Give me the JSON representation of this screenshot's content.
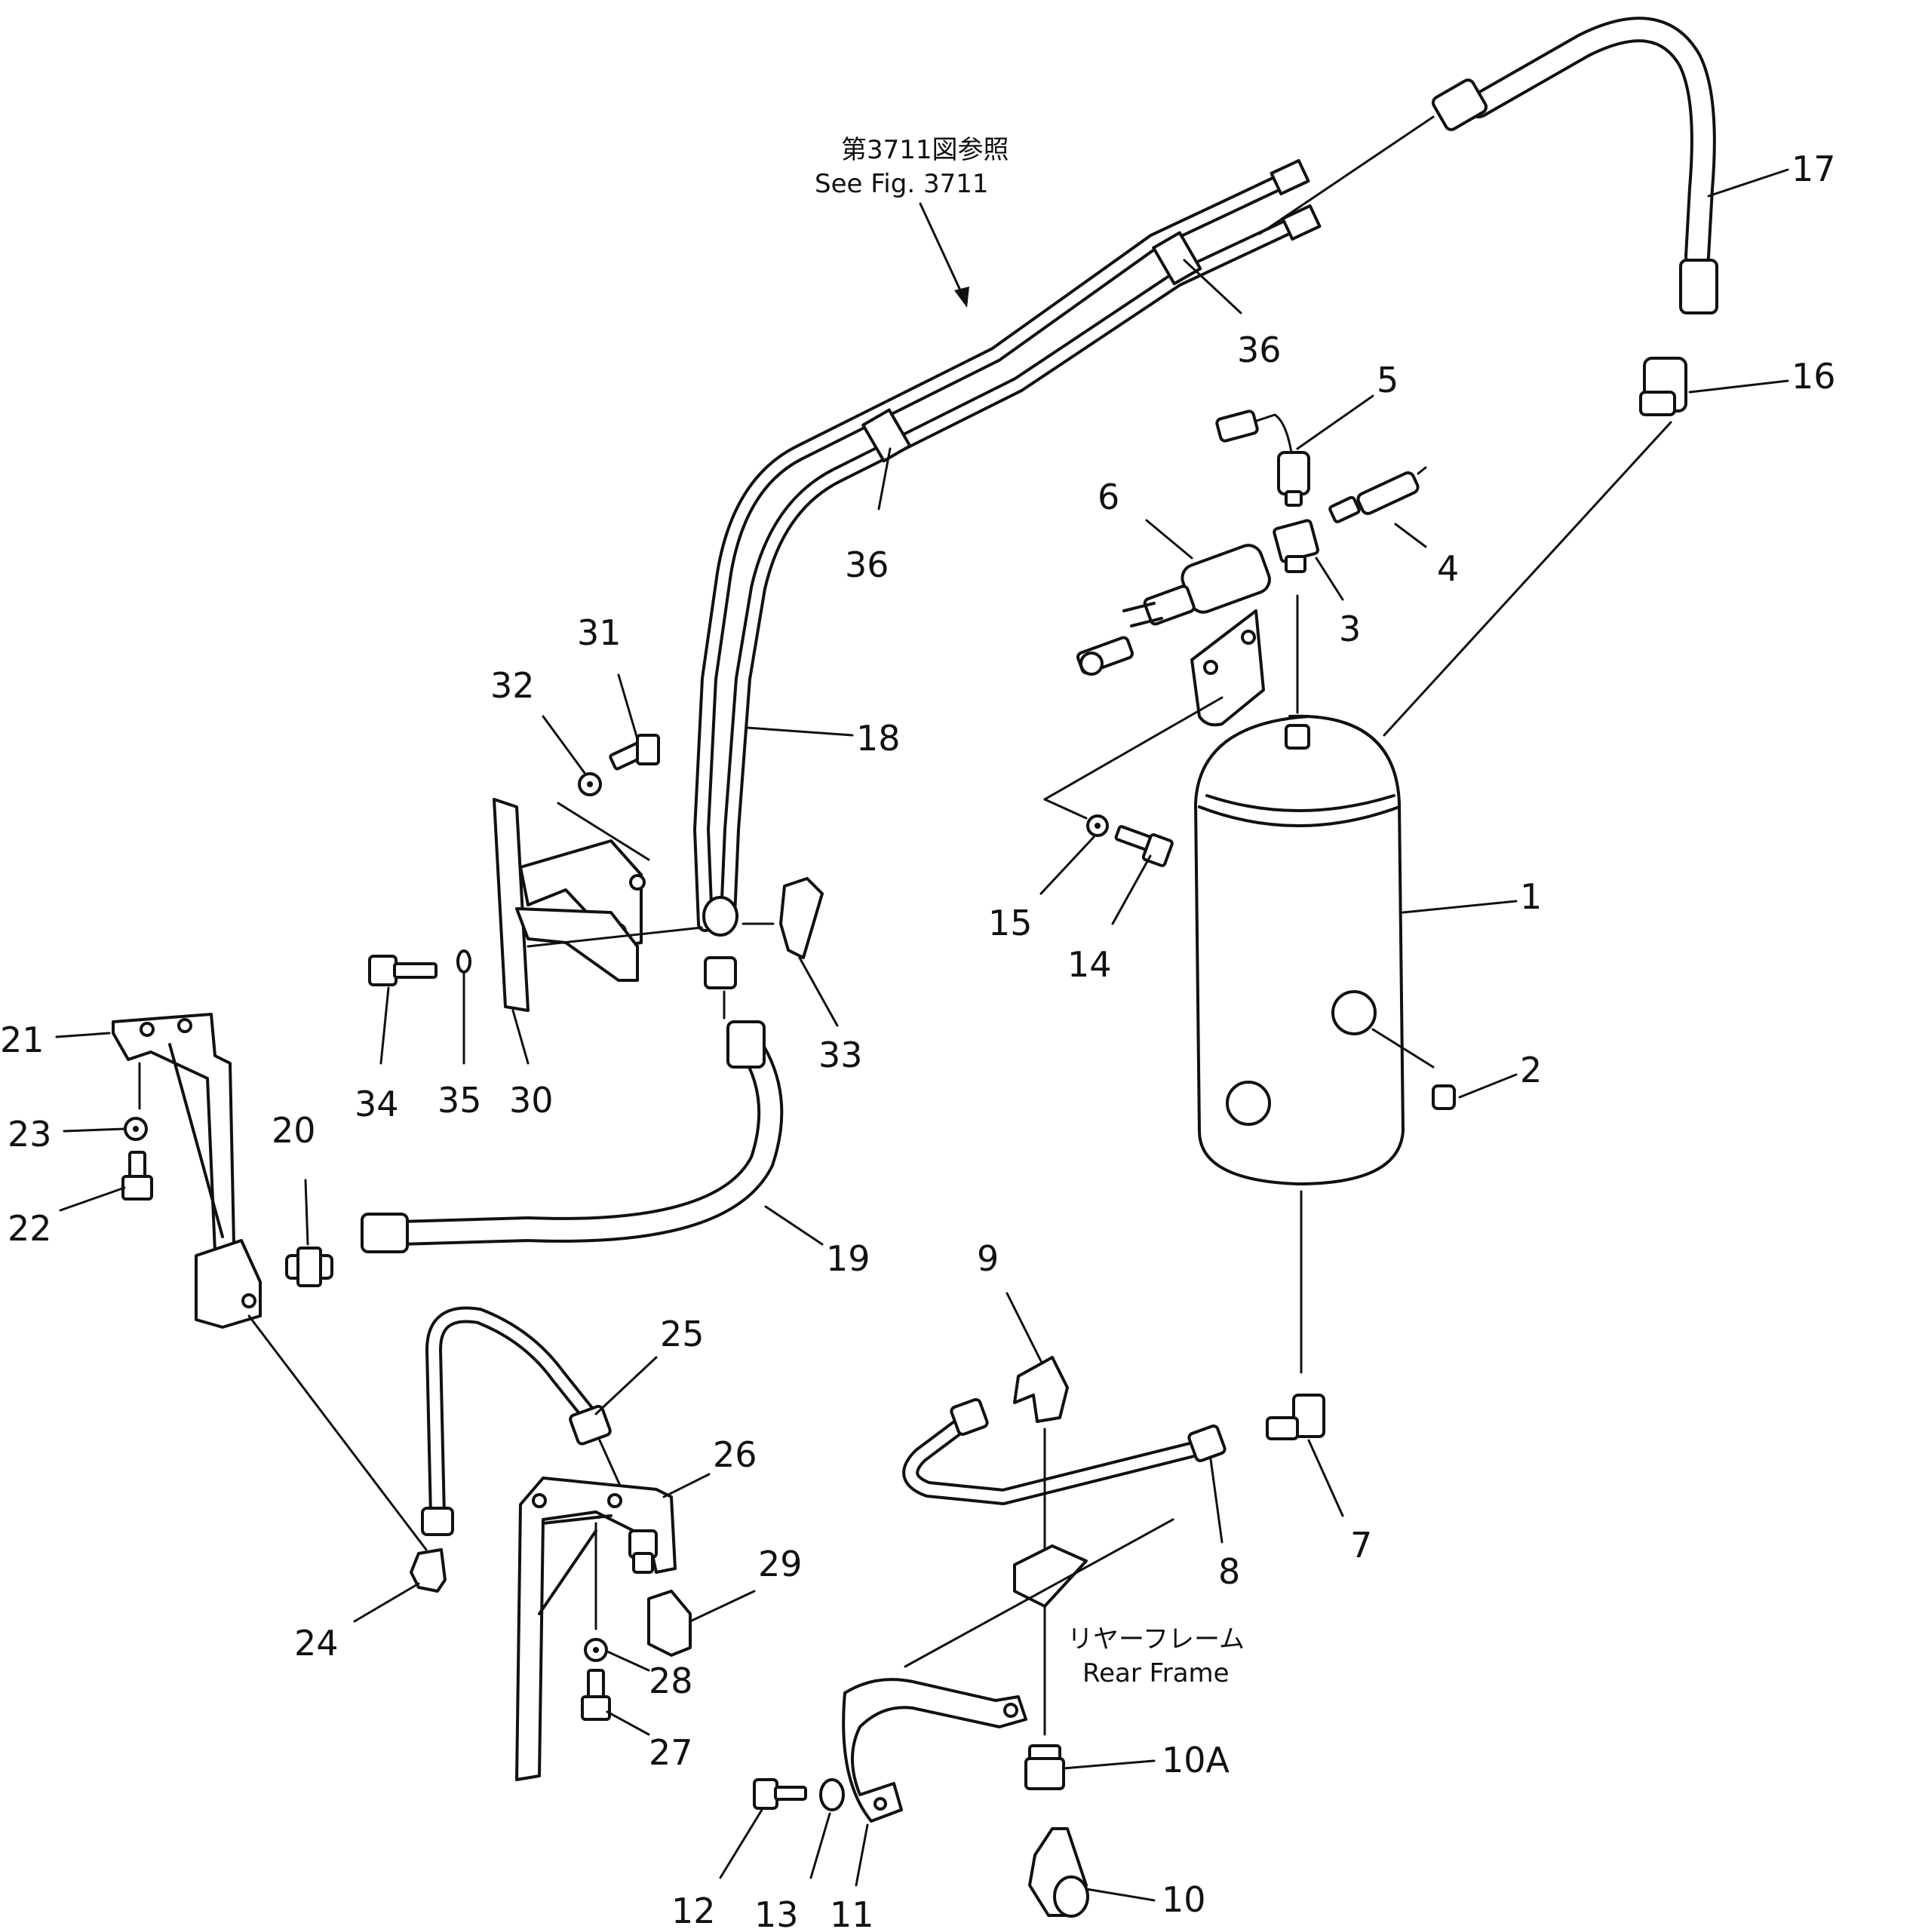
{
  "annotations": {
    "see_fig_jp": "第3711図参照",
    "see_fig_en": "See Fig. 3711",
    "rear_frame_jp": "リヤーフレーム",
    "rear_frame_en": "Rear Frame"
  },
  "callouts": [
    {
      "id": "1",
      "label": "1"
    },
    {
      "id": "2",
      "label": "2"
    },
    {
      "id": "3",
      "label": "3"
    },
    {
      "id": "4",
      "label": "4"
    },
    {
      "id": "5",
      "label": "5"
    },
    {
      "id": "6",
      "label": "6"
    },
    {
      "id": "7",
      "label": "7"
    },
    {
      "id": "8",
      "label": "8"
    },
    {
      "id": "9",
      "label": "9"
    },
    {
      "id": "10",
      "label": "10"
    },
    {
      "id": "10A",
      "label": "10A"
    },
    {
      "id": "11",
      "label": "11"
    },
    {
      "id": "12",
      "label": "12"
    },
    {
      "id": "13",
      "label": "13"
    },
    {
      "id": "14",
      "label": "14"
    },
    {
      "id": "15",
      "label": "15"
    },
    {
      "id": "16",
      "label": "16"
    },
    {
      "id": "17",
      "label": "17"
    },
    {
      "id": "18",
      "label": "18"
    },
    {
      "id": "19",
      "label": "19"
    },
    {
      "id": "20",
      "label": "20"
    },
    {
      "id": "21",
      "label": "21"
    },
    {
      "id": "22",
      "label": "22"
    },
    {
      "id": "23",
      "label": "23"
    },
    {
      "id": "24",
      "label": "24"
    },
    {
      "id": "25",
      "label": "25"
    },
    {
      "id": "26",
      "label": "26"
    },
    {
      "id": "27",
      "label": "27"
    },
    {
      "id": "28",
      "label": "28"
    },
    {
      "id": "29",
      "label": "29"
    },
    {
      "id": "30",
      "label": "30"
    },
    {
      "id": "31",
      "label": "31"
    },
    {
      "id": "32",
      "label": "32"
    },
    {
      "id": "33",
      "label": "33"
    },
    {
      "id": "34",
      "label": "34"
    },
    {
      "id": "35",
      "label": "35"
    },
    {
      "id": "36a",
      "label": "36"
    },
    {
      "id": "36b",
      "label": "36"
    }
  ]
}
